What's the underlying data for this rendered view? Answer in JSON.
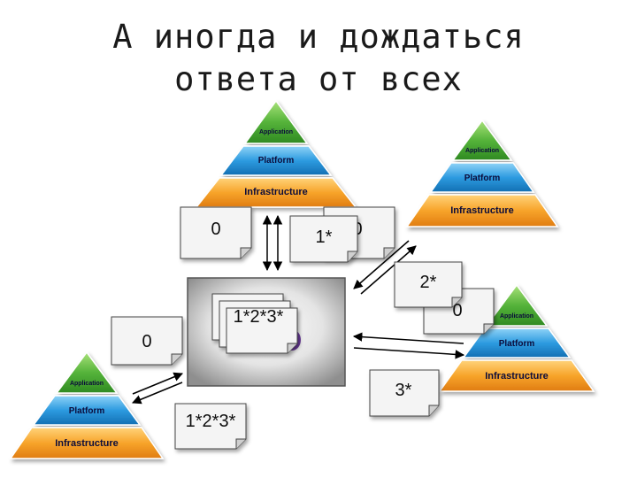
{
  "title": {
    "line1": "А иногда и дождаться",
    "line2": "ответа от всех"
  },
  "pyramid": {
    "top": "Application",
    "middle": "Platform",
    "bottom": "Infrastructure"
  },
  "notes": {
    "left_node": "0",
    "top_left_node": "0",
    "top_right_partial": "0",
    "right_node": "0",
    "request_top": "1*",
    "request_right_top": "2*",
    "request_right_bottom": "3*",
    "aggregate_center": "1*2*3*",
    "aggregate_bottom": "1*2*3*"
  },
  "colors": {
    "application": "#4caf3a",
    "platform": "#1f8fd6",
    "infrastructure": "#f39a1e"
  }
}
